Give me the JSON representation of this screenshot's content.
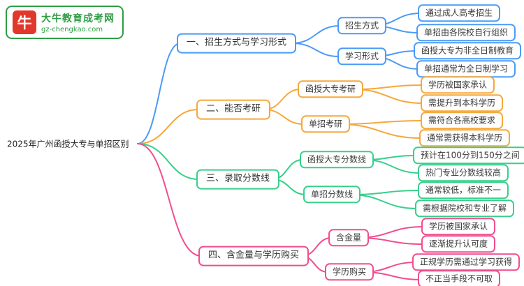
{
  "logo": {
    "icon": "牛",
    "title": "大牛教育成考网",
    "url": "gz-chengkao.com"
  },
  "root": {
    "label": "2025年广州函授大专与单招区别"
  },
  "colors": {
    "branch1_blue": "#4B9BF5",
    "branch2_orange": "#F6A83B",
    "branch3_green": "#38CF8B",
    "branch4_pink": "#F04E8E",
    "logo_green": "#2E9E44",
    "logo_red": "#E2382B"
  },
  "branches": [
    {
      "label": "一、招生方式与学习形式",
      "color": "#4B9BF5",
      "children": [
        {
          "label": "招生方式",
          "leaves": [
            "通过成人高考招生",
            "单招由各院校自行组织"
          ]
        },
        {
          "label": "学习形式",
          "leaves": [
            "函授大专为非全日制教育",
            "单招通常为全日制学习"
          ]
        }
      ]
    },
    {
      "label": "二、能否考研",
      "color": "#F6A83B",
      "children": [
        {
          "label": "函授大专考研",
          "leaves": [
            "学历被国家承认",
            "需提升到本科学历"
          ]
        },
        {
          "label": "单招考研",
          "leaves": [
            "需符合各高校要求",
            "通常需获得本科学历"
          ]
        }
      ]
    },
    {
      "label": "三、录取分数线",
      "color": "#38CF8B",
      "children": [
        {
          "label": "函授大专分数线",
          "leaves": [
            "预计在100分到150分之间",
            "热门专业分数线较高"
          ]
        },
        {
          "label": "单招分数线",
          "leaves": [
            "通常较低，标准不一",
            "需根据院校和专业了解"
          ]
        }
      ]
    },
    {
      "label": "四、含金量与学历购买",
      "color": "#F04E8E",
      "children": [
        {
          "label": "含金量",
          "leaves": [
            "学历被国家承认",
            "逐渐提升认可度"
          ]
        },
        {
          "label": "学历购买",
          "leaves": [
            "正规学历需通过学习获得",
            "不正当手段不可取"
          ]
        }
      ]
    }
  ]
}
